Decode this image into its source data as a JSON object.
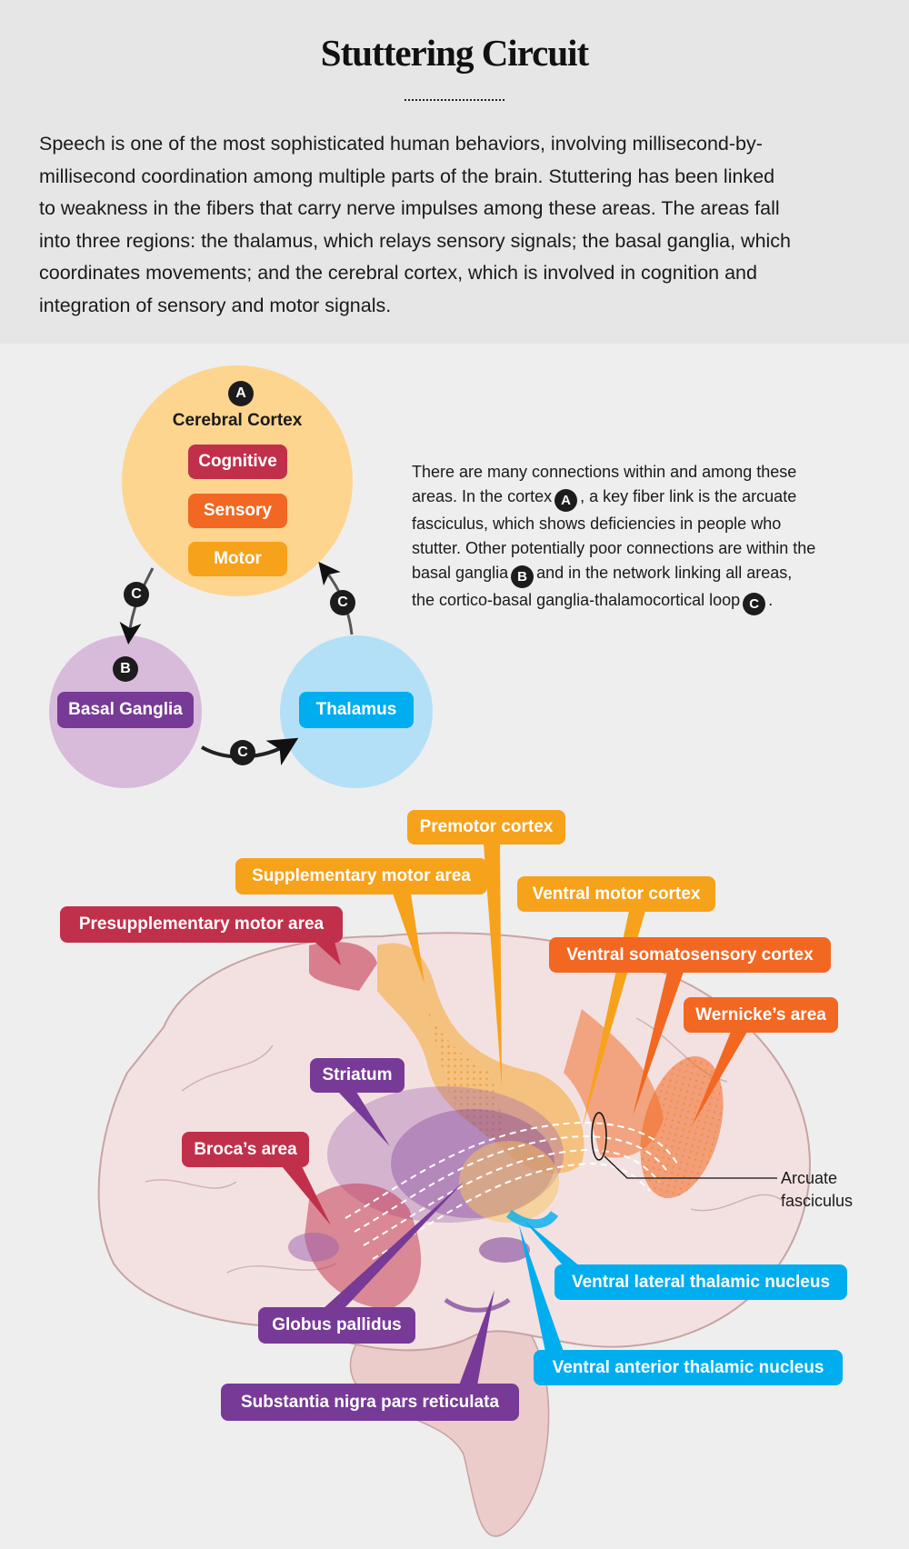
{
  "header": {
    "title": "Stuttering Circuit",
    "intro_lines": [
      "Speech is one of the most sophisticated human behaviors, involving millisecond-by-",
      "millisecond coordination among multiple parts of the brain. Stuttering has been linked",
      "to weakness in the fibers that carry nerve impulses among these areas. The areas fall",
      "into three regions: the thalamus, which relays sensory signals; the basal ganglia, which",
      "coordinates movements; and the cerebral cortex, which is involved in cognition and",
      "integration of sensory and motor signals."
    ]
  },
  "circuit": {
    "cortex": {
      "badge": "A",
      "title": "Cerebral Cortex",
      "items": [
        "Cognitive",
        "Sensory",
        "Motor"
      ]
    },
    "basal": {
      "badge": "B",
      "label": "Basal Ganglia"
    },
    "thalamus": {
      "label": "Thalamus"
    },
    "loop_badge": "C"
  },
  "side_text": {
    "l1": "There are many connections within and among these",
    "l2a": "areas. In the cortex",
    "l2b": ", a key fiber link is the arcuate",
    "l3": "fasciculus, which shows deficiencies in people who",
    "l4": "stutter. Other potentially poor connections are within the",
    "l5a": "basal ganglia",
    "l5b": "and in the network linking all areas,",
    "l6a": "the cortico-basal ganglia-thalamocortical loop",
    "l6b": ".",
    "badge_a": "A",
    "badge_b": "B",
    "badge_c": "C"
  },
  "brain_labels": {
    "premotor": "Premotor cortex",
    "supplementary": "Supplementary motor area",
    "ventral_motor": "Ventral motor cortex",
    "presupplementary": "Presupplementary motor area",
    "ventral_somatosensory": "Ventral somatosensory cortex",
    "wernicke": "Wernicke’s area",
    "striatum": "Striatum",
    "broca": "Broca’s area",
    "arcuate_1": "Arcuate",
    "arcuate_2": "fasciculus",
    "ventral_lateral": "Ventral lateral thalamic nucleus",
    "globus": "Globus pallidus",
    "ventral_anterior": "Ventral anterior thalamic nucleus",
    "substantia": "Substantia nigra pars reticulata"
  },
  "colors": {
    "cognitive": "#c1304a",
    "sensory": "#f26722",
    "motor": "#f7a21b",
    "basal": "#773a96",
    "thalamus": "#00aeef"
  }
}
